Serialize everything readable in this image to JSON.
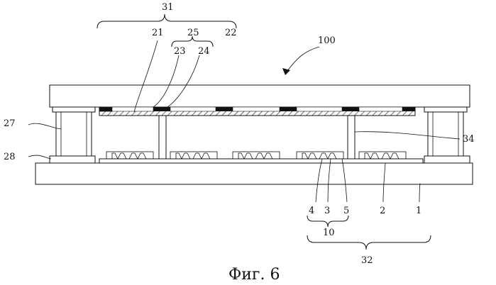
{
  "figure": {
    "caption": "Фиг. 6",
    "device_label": "100",
    "labels": {
      "l1": "1",
      "l2": "2",
      "l3": "3",
      "l4": "4",
      "l5": "5",
      "l10": "10",
      "l21": "21",
      "l22": "22",
      "l23": "23",
      "l24": "24",
      "l25": "25",
      "l27": "27",
      "l28": "28",
      "l31": "31",
      "l32": "32",
      "l34": "34"
    }
  }
}
